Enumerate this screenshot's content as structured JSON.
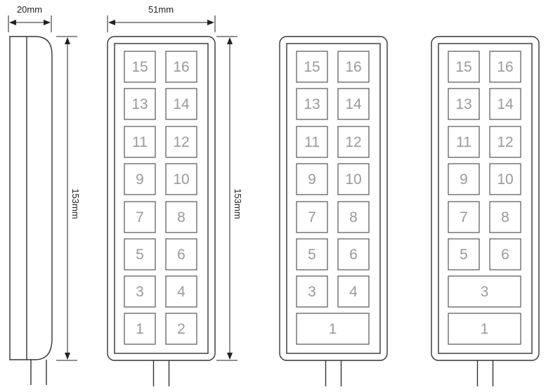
{
  "dimensions": {
    "depth": "20mm",
    "width": "51mm",
    "height_side": "153mm",
    "height_front": "153mm"
  },
  "keypads": [
    {
      "id": "keypad-16",
      "keys": [
        "15",
        "16",
        "13",
        "14",
        "11",
        "12",
        "9",
        "10",
        "7",
        "8",
        "5",
        "6",
        "3",
        "4",
        "1",
        "2"
      ]
    },
    {
      "id": "keypad-15",
      "keys": [
        "15",
        "16",
        "13",
        "14",
        "11",
        "12",
        "9",
        "10",
        "7",
        "8",
        "5",
        "6",
        "3",
        "4",
        "1"
      ]
    },
    {
      "id": "keypad-14",
      "keys": [
        "15",
        "16",
        "13",
        "14",
        "11",
        "12",
        "9",
        "10",
        "7",
        "8",
        "5",
        "6",
        "3",
        "1"
      ]
    }
  ],
  "colors": {
    "outline": "#333333",
    "key_text": "#9a9a9a"
  }
}
